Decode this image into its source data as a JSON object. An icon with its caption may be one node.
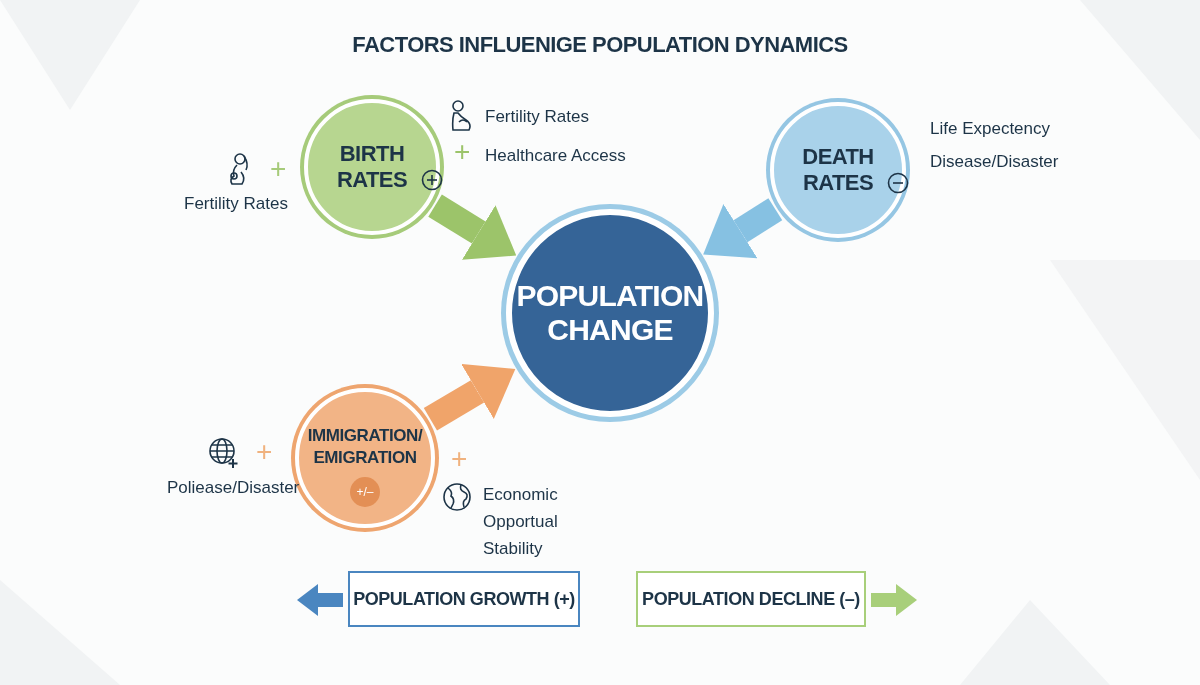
{
  "diagram": {
    "title": "FACTORS INFLUENIGE POPULATION DYNAMICS",
    "nodes": [
      {
        "text": [
          "BIRTH RATES"
        ]
      },
      {
        "text": [
          "DEATH RATES"
        ]
      },
      {
        "text": [
          "POPULATION CHANGE"
        ]
      },
      {
        "text": [
          "IMMIGRATION/ EMIGRATION",
          "+/–"
        ]
      },
      {
        "text": [
          "POPULATION GROWTH (+)"
        ]
      },
      {
        "text": [
          "POPULATION DECLINE (–)"
        ]
      }
    ],
    "edges": [
      {
        "from": 0,
        "to": 2,
        "arrow": "to",
        "color": "#9cc46a"
      },
      {
        "from": 1,
        "to": 2,
        "arrow": "to",
        "color": "#86c1e2"
      },
      {
        "from": 3,
        "to": 2,
        "arrow": "to",
        "color": "#f0a46a"
      }
    ],
    "labels": [
      "Fertility Rates",
      "+",
      "Healthcare Access",
      "Life Expectency",
      "Disease/Disaster",
      "+",
      "Fertility Rates",
      "+",
      "+",
      "Poliease/Disaster",
      "Economic Opportual Stability"
    ]
  }
}
